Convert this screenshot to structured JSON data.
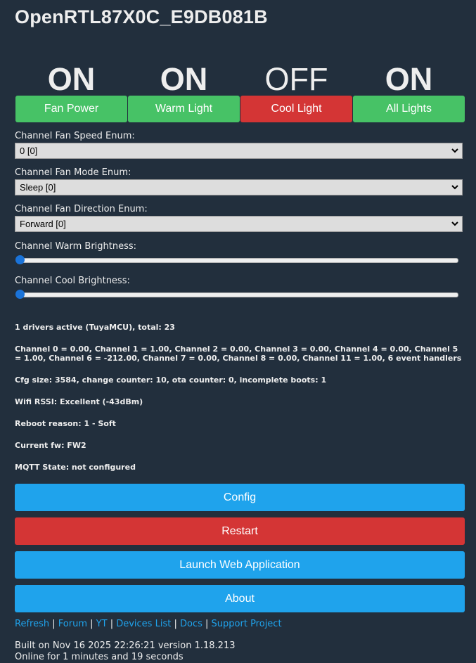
{
  "header": {
    "title": "OpenRTL87X0C_E9DB081B"
  },
  "toggles": [
    {
      "state": "ON",
      "label": "Fan Power",
      "color": "#47c266"
    },
    {
      "state": "ON",
      "label": "Warm Light",
      "color": "#47c266"
    },
    {
      "state": "OFF",
      "label": "Cool Light",
      "color": "#d43535"
    },
    {
      "state": "ON",
      "label": "All Lights",
      "color": "#47c266"
    }
  ],
  "controls": {
    "fan_speed": {
      "label": "Channel Fan Speed Enum:",
      "value": "0 [0]"
    },
    "fan_mode": {
      "label": "Channel Fan Mode Enum:",
      "value": "Sleep [0]"
    },
    "fan_direction": {
      "label": "Channel Fan Direction Enum:",
      "value": "Forward [0]"
    },
    "warm_brightness": {
      "label": "Channel Warm Brightness:",
      "value": 0
    },
    "cool_brightness": {
      "label": "Channel Cool Brightness:",
      "value": 0
    }
  },
  "info": {
    "drivers": "1 drivers active (TuyaMCU), total: 23",
    "channels": "Channel 0 = 0.00, Channel 1 = 1.00, Channel 2 = 0.00, Channel 3 = 0.00, Channel 4 = 0.00, Channel 5 = 1.00, Channel 6 = -212.00, Channel 7 = 0.00, Channel 8 = 0.00, Channel 11 = 1.00, 6 event handlers",
    "cfg": "Cfg size: 3584, change counter: 10, ota counter: 0, incomplete boots: 1",
    "wifi": "Wifi RSSI: Excellent (-43dBm)",
    "reboot": "Reboot reason: 1 - Soft",
    "fw": "Current fw: FW2",
    "mqtt": "MQTT State: not configured"
  },
  "buttons": {
    "config": "Config",
    "restart": "Restart",
    "launch": "Launch Web Application",
    "about": "About"
  },
  "links": [
    "Refresh",
    "Forum",
    "YT",
    "Devices List",
    "Docs",
    "Support Project"
  ],
  "link_separator": "|",
  "footer": {
    "built": "Built on Nov 16 2025 22:26:21 version 1.18.213",
    "online": "Online for 1 minutes and 19 seconds"
  },
  "colors": {
    "background": "#222f3d",
    "accent_blue": "#1fa3ec",
    "on_green": "#47c266",
    "off_red": "#d43535"
  }
}
